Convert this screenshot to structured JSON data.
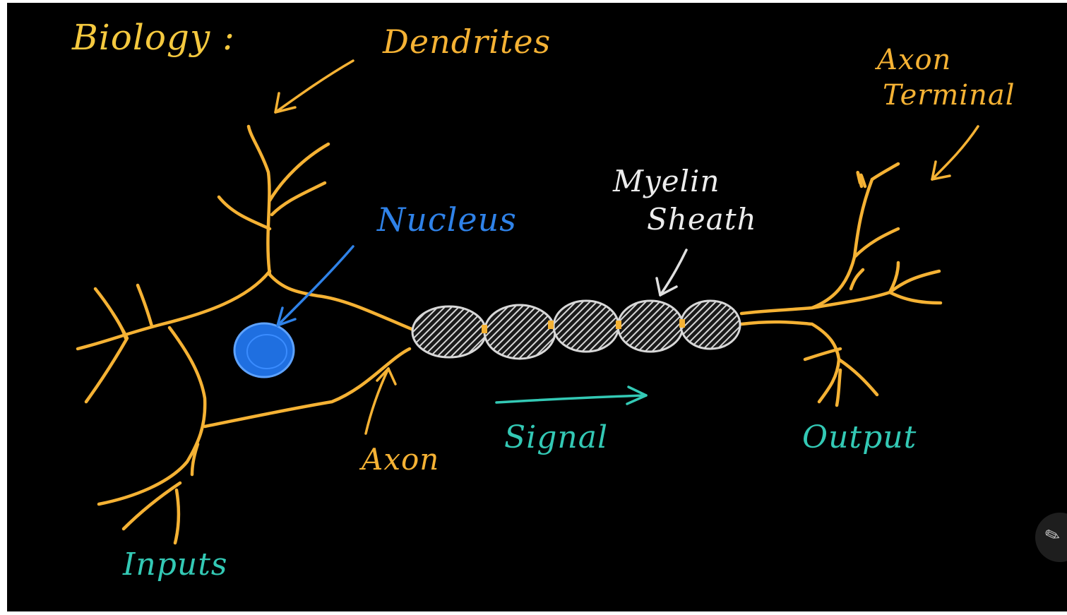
{
  "labels": {
    "title": "Biology :",
    "dendrites": "Dendrites",
    "axon_terminal_line1": "Axon",
    "axon_terminal_line2": "Terminal",
    "nucleus": "Nucleus",
    "myelin_line1": "Myelin",
    "myelin_line2": "Sheath",
    "axon": "Axon",
    "signal": "Signal",
    "output": "Output",
    "inputs": "Inputs"
  },
  "colors": {
    "neuron": "#f5b234",
    "title": "#f5c93f",
    "nucleus": "#2f82e8",
    "flow_labels": "#33c9b5",
    "myelin": "#dcdcdc",
    "background": "#000000"
  },
  "icons": {
    "pen": "pen-icon"
  }
}
